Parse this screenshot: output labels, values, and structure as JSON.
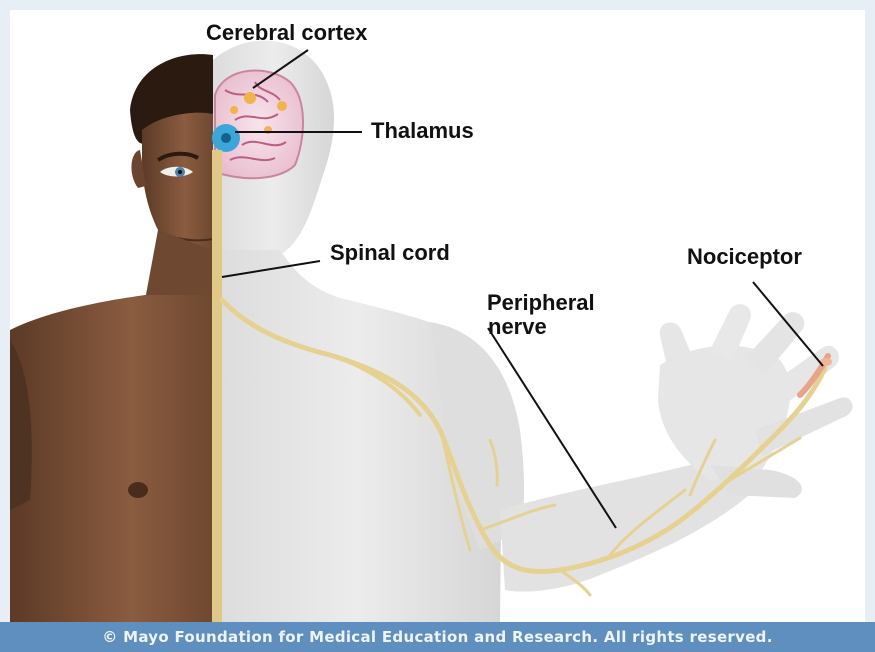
{
  "labels": {
    "cerebral_cortex": "Cerebral cortex",
    "thalamus": "Thalamus",
    "spinal_cord": "Spinal cord",
    "nociceptor": "Nociceptor",
    "peripheral_line1": "Peripheral",
    "peripheral_line2": "nerve"
  },
  "footer": {
    "copyright": "© Mayo Foundation for Medical Education and Research.  All rights reserved."
  },
  "colors": {
    "skin": "#7a5238",
    "ghost_body": "#e4e4e4",
    "nerve": "#e6d290",
    "spinal_cord": "#e0c986",
    "brain": "#f3d6e2",
    "thalamus": "#3aa6d9",
    "footer_bg": "#5f8fbf"
  }
}
